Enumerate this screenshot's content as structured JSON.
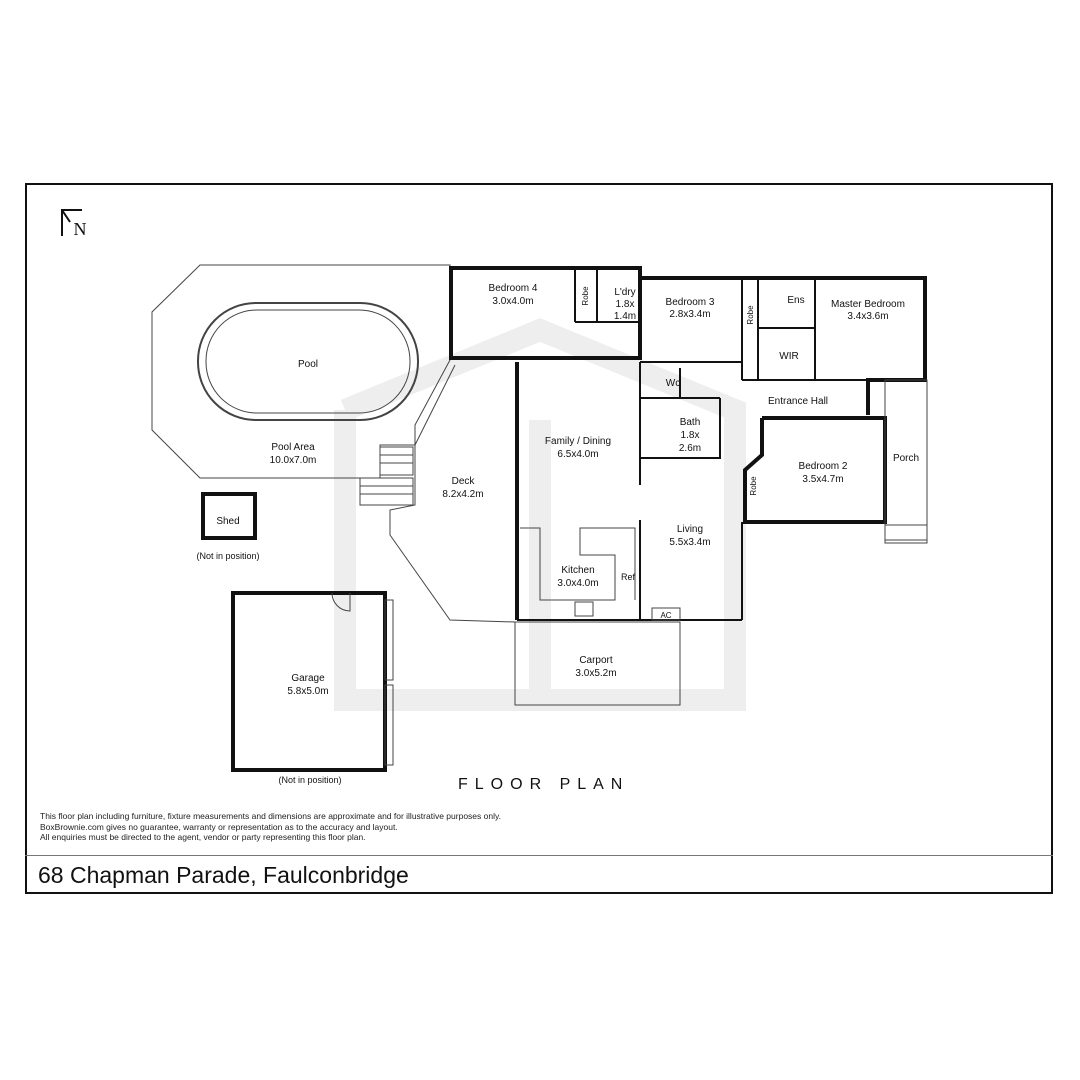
{
  "north_label": "N",
  "title": "FLOOR PLAN",
  "address": "68 Chapman Parade, Faulconbridge",
  "disclaimer": [
    "This floor plan including furniture, fixture measurements and dimensions are approximate and for illustrative purposes only.",
    "BoxBrownie.com gives no guarantee, warranty or representation as to the accuracy and layout.",
    "All enquiries must be directed to the agent, vendor or party representing this floor plan."
  ],
  "rooms": {
    "pool": "Pool",
    "pool_area": {
      "name": "Pool Area",
      "size": "10.0x7.0m"
    },
    "shed": "Shed",
    "shed_note": "(Not in position)",
    "garage": {
      "name": "Garage",
      "size": "5.8x5.0m"
    },
    "garage_note": "(Not in position)",
    "deck": {
      "name": "Deck",
      "size": "8.2x4.2m"
    },
    "bedroom4": {
      "name": "Bedroom 4",
      "size": "3.0x4.0m"
    },
    "robe": "Robe",
    "laundry": {
      "name": "L'dry",
      "w": "1.8x",
      "h": "1.4m"
    },
    "bedroom3": {
      "name": "Bedroom 3",
      "size": "2.8x3.4m"
    },
    "ens": "Ens",
    "wir": "WIR",
    "master": {
      "name": "Master Bedroom",
      "size": "3.4x3.6m"
    },
    "wc": "Wc",
    "bath": {
      "name": "Bath",
      "w": "1.8x",
      "h": "2.6m"
    },
    "family": {
      "name": "Family / Dining",
      "size": "6.5x4.0m"
    },
    "entrance": "Entrance Hall",
    "porch": "Porch",
    "bedroom2": {
      "name": "Bedroom 2",
      "size": "3.5x4.7m"
    },
    "living": {
      "name": "Living",
      "size": "5.5x3.4m"
    },
    "kitchen": {
      "name": "Kitchen",
      "size": "3.0x4.0m"
    },
    "ref": "Ref",
    "ac": "AC",
    "carport": {
      "name": "Carport",
      "size": "3.0x5.2m"
    }
  }
}
